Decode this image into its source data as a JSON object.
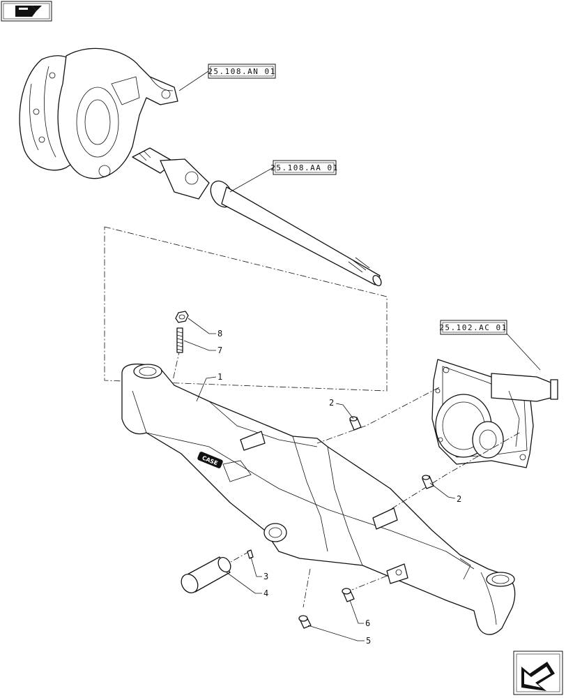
{
  "nav": {
    "back_icon": "back-arrow-icon",
    "forward_icon": "next-page-arrow-icon"
  },
  "references": [
    {
      "id": "ref-an",
      "label": "25.108.AN 01"
    },
    {
      "id": "ref-aa",
      "label": "25.108.AA 01"
    },
    {
      "id": "ref-ac",
      "label": "25.102.AC 01"
    }
  ],
  "callouts": [
    "1",
    "2",
    "2",
    "3",
    "4",
    "5",
    "6",
    "7",
    "8"
  ],
  "logo_text": "CASE"
}
